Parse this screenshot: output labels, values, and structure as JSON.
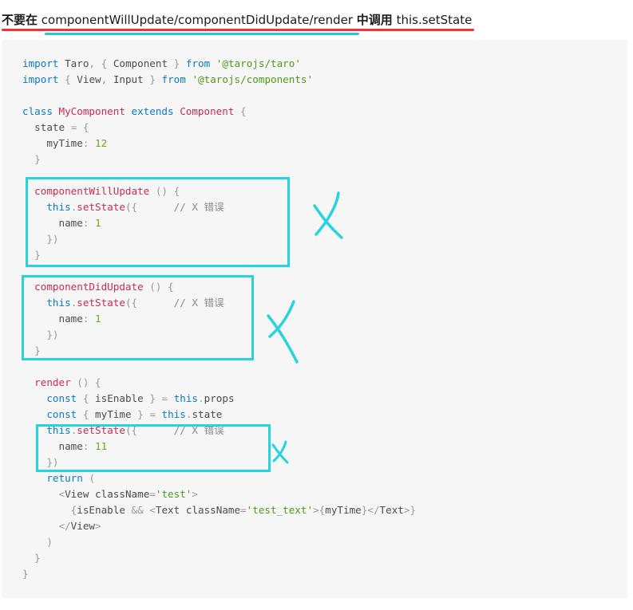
{
  "heading": {
    "prefix": "不要在",
    "methods": "componentWillUpdate/componentDidUpdate/render",
    "middle": "中调用",
    "call": "this.setState"
  },
  "code": {
    "import_1": {
      "kw": "import",
      "name": "Taro",
      "comma": ",",
      "lb": "{",
      "member": "Component",
      "rb": "}",
      "from": "from",
      "src": "'@tarojs/taro'"
    },
    "import_2": {
      "kw": "import",
      "lb": "{",
      "member1": "View",
      "comma": ",",
      "member2": "Input",
      "rb": "}",
      "from": "from",
      "src": "'@tarojs/components'"
    },
    "class_decl": {
      "kw": "class",
      "name": "MyComponent",
      "extends": "extends",
      "base": "Component",
      "lb": "{"
    },
    "state_open": {
      "prop": "state",
      "eq": "=",
      "lb": "{"
    },
    "state_field": {
      "key": "myTime",
      "colon": ":",
      "value": "12"
    },
    "close_brace": "}",
    "will_update": {
      "method": "componentWillUpdate",
      "parens": "()",
      "lb": "{"
    },
    "did_update": {
      "method": "componentDidUpdate",
      "parens": "()",
      "lb": "{"
    },
    "set_state_call": {
      "this": "this",
      "dot": ".",
      "fn": "setState",
      "open": "({",
      "comment": "// X 错误"
    },
    "name_field_1": {
      "key": "name",
      "colon": ":",
      "value": "1"
    },
    "name_field_11": {
      "key": "name",
      "colon": ":",
      "value": "11"
    },
    "set_state_close": "})",
    "render_decl": {
      "method": "render",
      "parens": "()",
      "lb": "{"
    },
    "const_1": {
      "kw": "const",
      "lb": "{",
      "var": "isEnable",
      "rb": "}",
      "eq": "=",
      "this": "this",
      "dot": ".",
      "prop": "props"
    },
    "const_2": {
      "kw": "const",
      "lb": "{",
      "var": "myTime",
      "rb": "}",
      "eq": "=",
      "this": "this",
      "dot": ".",
      "prop": "state"
    },
    "return_open": {
      "kw": "return",
      "paren": "("
    },
    "jsx_view_open": {
      "lt": "<",
      "tag": "View",
      "attr": "className",
      "eq": "=",
      "val": "'test'",
      "gt": ">"
    },
    "jsx_inner": {
      "lb": "{",
      "cond": "isEnable",
      "and": "&&",
      "lt": "<",
      "tag": "Text",
      "attr": "className",
      "eq": "=",
      "val": "'test_text'",
      "gt": ">",
      "expr_lb": "{",
      "expr": "myTime",
      "expr_rb": "}",
      "close_open": "</",
      "close_tag": "Text",
      "close_gt": ">",
      "rb": "}"
    },
    "jsx_view_close": {
      "open": "</",
      "tag": "View",
      "gt": ">"
    },
    "return_close": ")"
  },
  "colors": {
    "red_underline": "#e8343b",
    "cyan_annotation": "#24c7d4",
    "code_background": "#f6f6f6"
  },
  "annotations": [
    "X mark",
    "X mark",
    "X mark"
  ]
}
